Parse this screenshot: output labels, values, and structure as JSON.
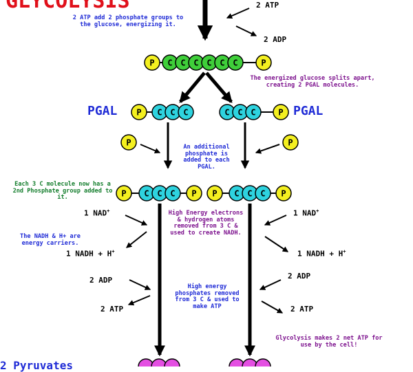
{
  "side_title": "GLYCOLYSIS",
  "colors": {
    "phosphate": "#f4f020",
    "glucose_carbon": "#3fcf3a",
    "pgal_carbon": "#2ed3df",
    "pyruvate_carbon": "#e44fe2",
    "title_red": "#e0101a",
    "blue_text": "#1f2bd6",
    "purple_text": "#7d128e",
    "green_text": "#137d2c"
  },
  "atoms": {
    "phosphate": "P",
    "carbon": "C"
  },
  "top": {
    "atp_in": "2 ATP",
    "adp_out": "2 ADP",
    "note_phosphorylation": "2 ATP add 2 phosphate groups to the glucose, energizing it."
  },
  "split": {
    "note": "The energized glucose splits apart, creating 2 PGAL molecules.",
    "pgal_left": "PGAL",
    "pgal_right": "PGAL"
  },
  "phosphate_add": {
    "note": "An additional phosphate is added to each PGAL.",
    "side_note": "Each 3 C molecule now has a 2nd Phosphate group added to it."
  },
  "nad": {
    "nad_in_left": "1 NAD",
    "nad_in_right": "1 NAD",
    "nad_sup": "+",
    "nadh_out_left": "1 NADH + H",
    "nadh_out_right": "1 NADH + H",
    "h_sup": "+",
    "carrier_note": "The NADH & H+ are energy carriers.",
    "center_note": "High Energy electrons & hydrogen atoms removed from 3 C & used to create NADH."
  },
  "atp_gen": {
    "adp_in_left": "2 ADP",
    "adp_in_right": "2 ADP",
    "atp_out_left": "2 ATP",
    "atp_out_right": "2 ATP",
    "center_note": "High energy phosphates removed from 3 C & used to make ATP",
    "net_note": "Glycolysis makes 2 net ATP for use by the cell!"
  },
  "bottom": {
    "pyruvates": "2 Pyruvates"
  }
}
